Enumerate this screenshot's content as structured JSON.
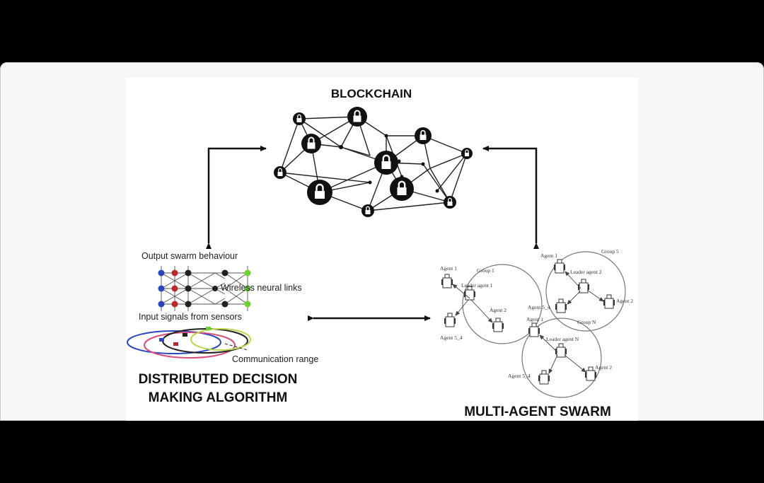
{
  "blockchain": {
    "title": "BLOCKCHAIN"
  },
  "algorithm": {
    "title_line1": "DISTRIBUTED DECISION",
    "title_line2": "MAKING ALGORITHM",
    "output_label": "Output swarm behaviour",
    "links_label": "Wireless neural links",
    "input_label": "Input signals from sensors",
    "range_label": "Communication range"
  },
  "swarm": {
    "title": "MULTI-AGENT SWARM",
    "group1": {
      "agent1": "Agent 1",
      "group": "Group 1",
      "leader": "Leader agent 1",
      "agent2": "Agent 2",
      "agentN": "Agent 5_4"
    },
    "group2": {
      "agent1": "Agent 1",
      "group": "Group 5",
      "leader": "Leader agent 2",
      "agent2": "Agent 2",
      "agentN": "Agent 5_4"
    },
    "group3": {
      "agent1": "Agent 1",
      "group": "Group N",
      "leader": "Leader agent N",
      "agent2": "Agent 2",
      "agentN": "Agent 5_4"
    }
  },
  "colors": {
    "node_red": "#c0292b",
    "node_blue": "#2b46c0",
    "node_green": "#6ad12f",
    "ellipse_pink": "#d4507e",
    "ellipse_yellow": "#b8d94a"
  }
}
